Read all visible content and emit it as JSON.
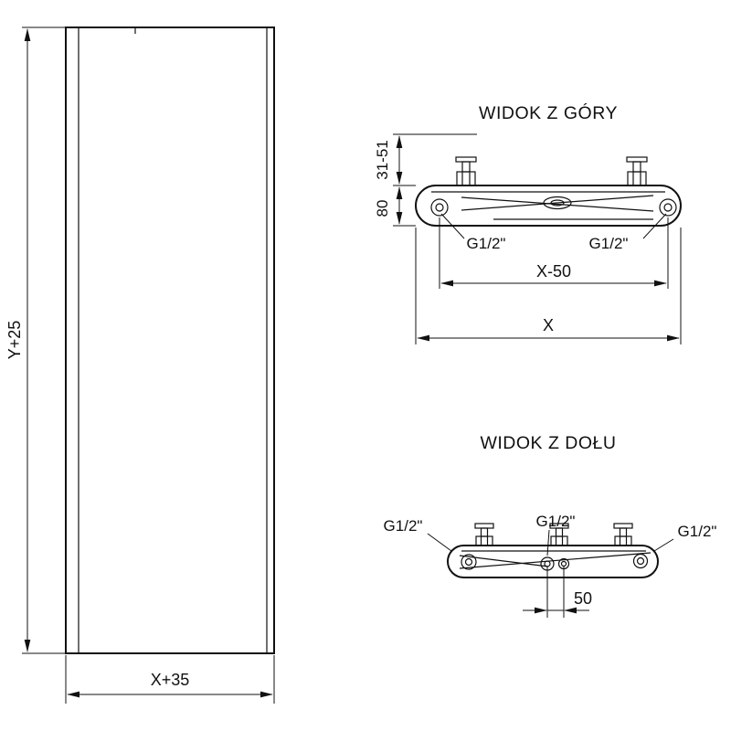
{
  "drawing": {
    "background": "#ffffff",
    "line_color": "#111111"
  },
  "front_view": {
    "height_dim": "Y+25",
    "width_dim": "X+35"
  },
  "top_view": {
    "title": "WIDOK Z GÓRY",
    "wall_distance_dim": "31-51",
    "depth_dim": "80",
    "thread_left": "G1/2\"",
    "thread_right": "G1/2\"",
    "connection_spacing_dim": "X-50",
    "total_width_dim": "X"
  },
  "bottom_view": {
    "title": "WIDOK Z DOŁU",
    "thread_left": "G1/2\"",
    "thread_center": "G1/2\"",
    "thread_right": "G1/2\"",
    "center_offset_dim": "50"
  }
}
